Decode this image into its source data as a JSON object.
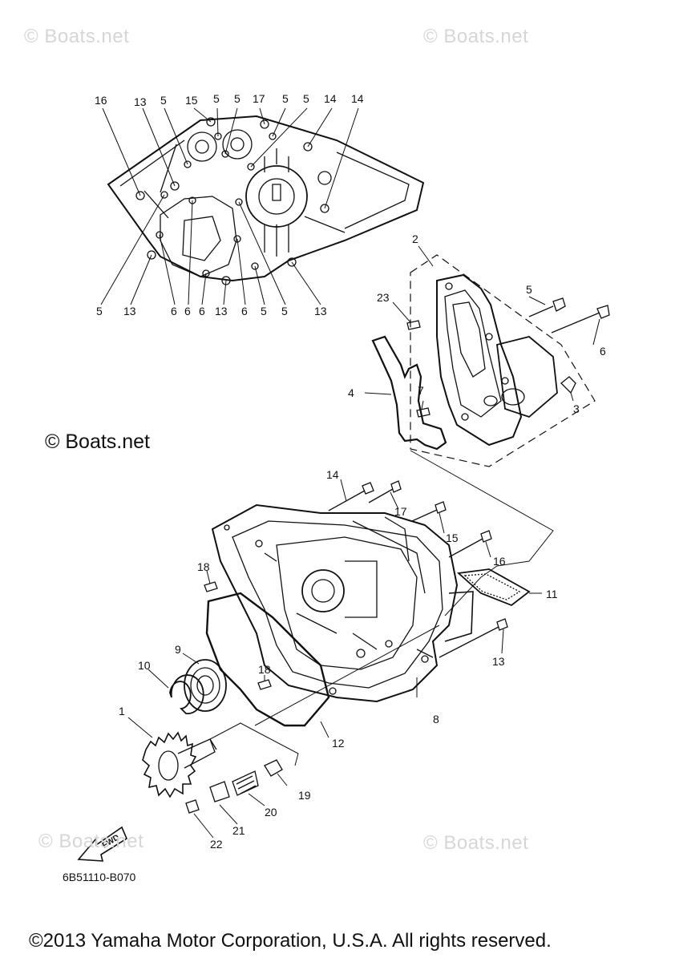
{
  "watermarks": {
    "top_left": "© Boats.net",
    "top_right": "© Boats.net",
    "bottom_left": "© Boats.net",
    "bottom_right": "© Boats.net",
    "main": "© Boats.net"
  },
  "figure_code": "6B51110-B070",
  "copyright": "©2013 Yamaha Motor Corporation, U.S.A. All rights reserved.",
  "fwd_label": "FWD",
  "callouts": {
    "top_view": {
      "top_row": [
        "16",
        "13",
        "5",
        "15",
        "5",
        "5",
        "17",
        "5",
        "5",
        "14",
        "14"
      ],
      "bottom_row": [
        "5",
        "13",
        "6",
        "6",
        "6",
        "13",
        "6",
        "5",
        "5",
        "13"
      ]
    },
    "oil_pump_group": [
      "2",
      "23",
      "5",
      "6",
      "4",
      "7",
      "3"
    ],
    "crankcase_group": [
      "14",
      "17",
      "15",
      "16",
      "18",
      "11",
      "9",
      "13",
      "10",
      "18",
      "1",
      "8",
      "12",
      "19",
      "20",
      "21",
      "22"
    ]
  }
}
